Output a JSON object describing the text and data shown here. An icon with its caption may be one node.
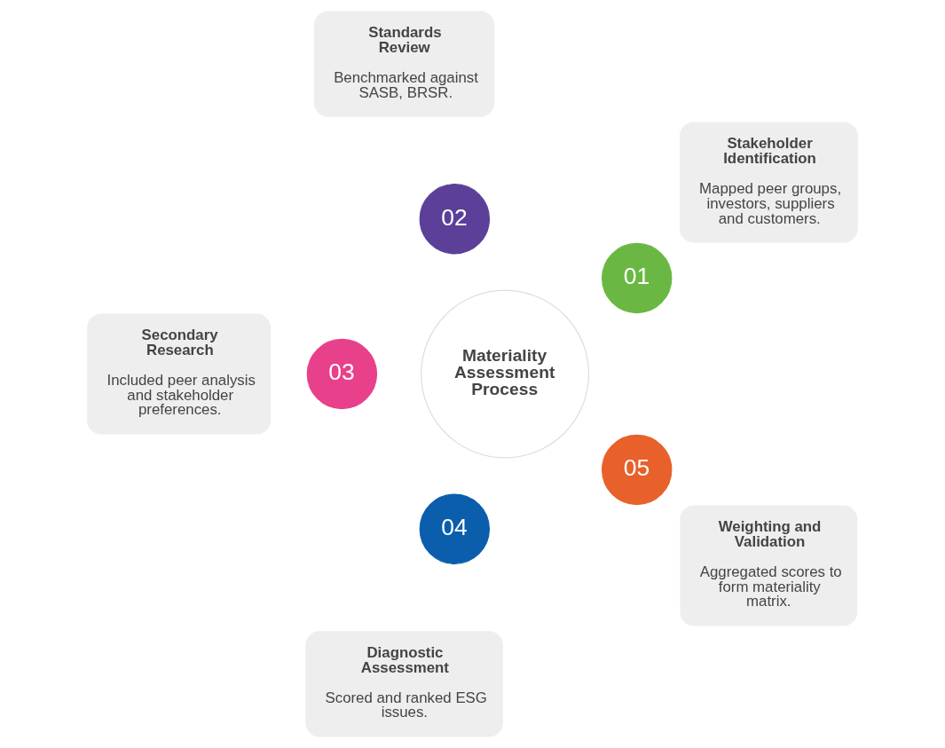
{
  "diagram": {
    "nodes": [
      {
        "text": [
          "Materiality Assessment Process"
        ]
      },
      {
        "text": [
          "01"
        ]
      },
      {
        "text": [
          "02"
        ]
      },
      {
        "text": [
          "03"
        ]
      },
      {
        "text": [
          "04"
        ]
      },
      {
        "text": [
          "05"
        ]
      },
      {
        "text": [
          "Stakeholder Identification",
          "Mapped peer groups, investors, suppliers and customers."
        ]
      },
      {
        "text": [
          "Standards Review",
          "Benchmarked against SASB, BRSR."
        ]
      },
      {
        "text": [
          "Secondary Research",
          "Included peer analysis and stakeholder preferences."
        ]
      },
      {
        "text": [
          "Diagnostic Assessment",
          "Scored and ranked ESG issues."
        ]
      },
      {
        "text": [
          "Weighting and Validation",
          "Aggregated scores to form materiality matrix."
        ]
      }
    ]
  }
}
